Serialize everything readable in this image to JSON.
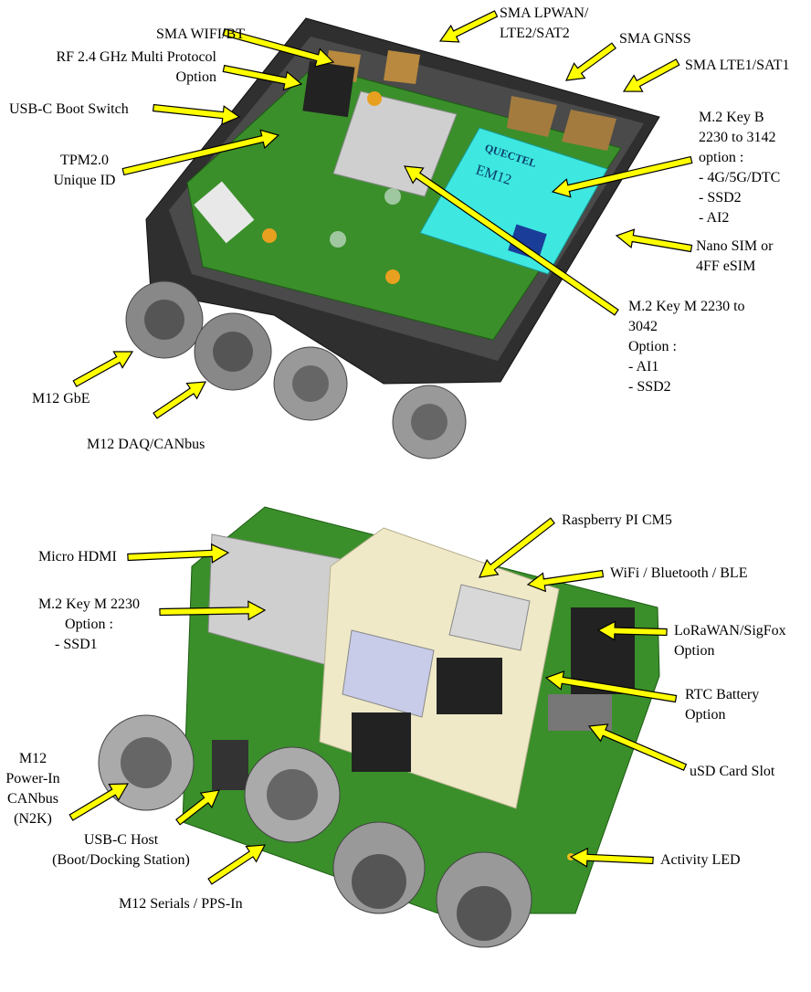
{
  "colors": {
    "arrow": "#ffff00",
    "pcb": "#3a8f2a",
    "enclosure": "#3a3a3a",
    "module_cyan": "#3ee8e0",
    "cm5": "#efe9c8",
    "shield": "#cfcfcf"
  },
  "top_view": {
    "module_text": {
      "brand": "QUECTEL",
      "model": "EM12"
    },
    "labels": {
      "sma_wifi": [
        "SMA WIFI/BT"
      ],
      "rf_24": [
        "RF 2.4 GHz Multi Protocol",
        "Option"
      ],
      "usbc_boot": [
        "USB-C Boot Switch"
      ],
      "tpm": [
        "TPM2.0",
        "Unique ID"
      ],
      "sma_lpwan": [
        "SMA LPWAN/",
        "LTE2/SAT2"
      ],
      "sma_gnss": [
        "SMA GNSS"
      ],
      "sma_lte1": [
        "SMA LTE1/SAT1"
      ],
      "m2_key_b": [
        "M.2 Key B",
        "2230 to 3142",
        "option :",
        "- 4G/5G/DTC",
        "- SSD2",
        "- AI2"
      ],
      "nano_sim": [
        "Nano SIM or",
        "4FF eSIM"
      ],
      "m2_key_m": [
        "M.2 Key M 2230 to",
        "3042",
        "Option :",
        "- AI1",
        "- SSD2"
      ],
      "m12_gbe": [
        "M12 GbE"
      ],
      "m12_daq": [
        "M12 DAQ/CANbus"
      ]
    }
  },
  "bottom_view": {
    "labels": {
      "rpi_cm5": [
        "Raspberry PI CM5"
      ],
      "micro_hdmi": [
        "Micro HDMI"
      ],
      "wifi_bt": [
        "WiFi / Bluetooth / BLE"
      ],
      "m2_ssd1": [
        "M.2 Key M 2230",
        "Option :",
        "- SSD1"
      ],
      "lorawan": [
        "LoRaWAN/SigFox",
        "Option"
      ],
      "rtc": [
        "RTC Battery",
        "Option"
      ],
      "usd": [
        "uSD Card Slot"
      ],
      "m12_power": [
        "M12",
        "Power-In",
        "CANbus",
        "(N2K)"
      ],
      "usbc_host": [
        "USB-C Host",
        "(Boot/Docking Station)"
      ],
      "activity_led": [
        "Activity LED"
      ],
      "m12_serials": [
        "M12 Serials / PPS-In"
      ]
    }
  }
}
